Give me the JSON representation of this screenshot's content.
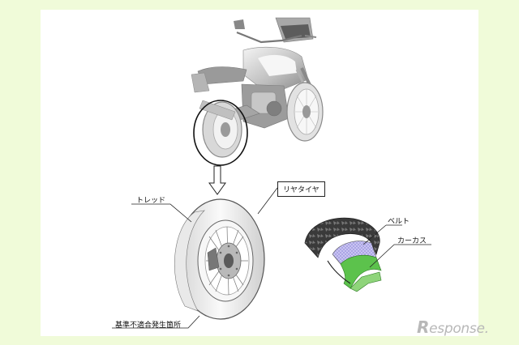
{
  "labels": {
    "tread": "トレッド",
    "rear_tire": "リヤタイヤ",
    "belt": "ベルト",
    "carcass": "カーカス",
    "defect_location": "基準不適合発生箇所"
  },
  "watermark": {
    "lead": "R",
    "rest": "esponse."
  },
  "colors": {
    "background": "#f0fbd9",
    "belt": "#c9c4f2",
    "carcass": "#5cc24c"
  }
}
